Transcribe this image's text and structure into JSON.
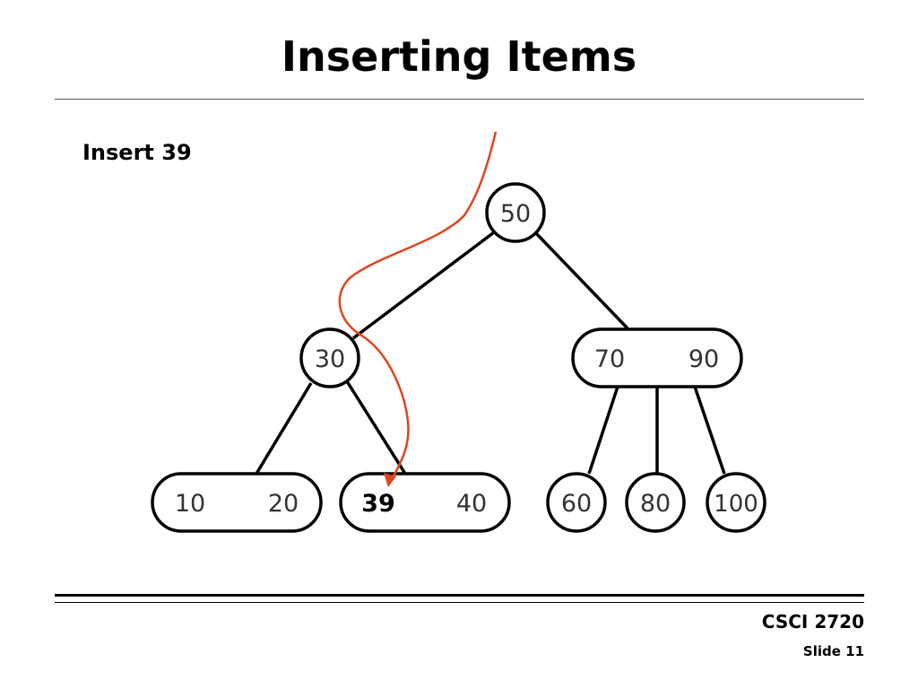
{
  "slide": {
    "title": "Inserting Items",
    "subtitle": "Insert 39",
    "course": "CSCI 2720",
    "slide_label": "Slide 11"
  },
  "tree": {
    "root": [
      "50"
    ],
    "level1_left": [
      "30"
    ],
    "level1_right": [
      "70",
      "90"
    ],
    "leaf_a": [
      "10",
      "20"
    ],
    "leaf_b": [
      "39",
      "40"
    ],
    "leaf_c": [
      "60"
    ],
    "leaf_d": [
      "80"
    ],
    "leaf_e": [
      "100"
    ],
    "inserted_key": "39"
  },
  "colors": {
    "path": "#e0441c",
    "node_stroke": "#000000",
    "key_text": "#333333"
  }
}
